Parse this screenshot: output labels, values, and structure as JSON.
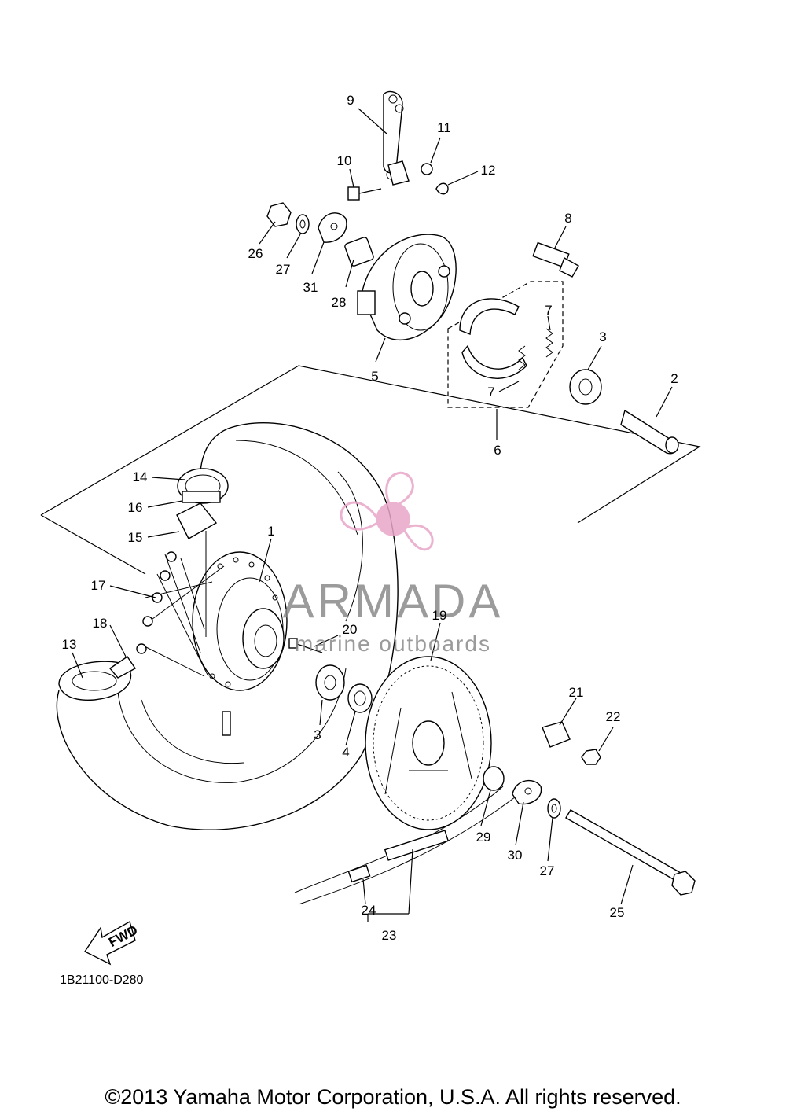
{
  "callouts": [
    "1",
    "2",
    "3",
    "3",
    "4",
    "5",
    "6",
    "7",
    "7",
    "8",
    "9",
    "10",
    "11",
    "12",
    "13",
    "14",
    "15",
    "16",
    "17",
    "18",
    "19",
    "20",
    "21",
    "22",
    "23",
    "24",
    "25",
    "26",
    "27",
    "27",
    "28",
    "29",
    "30",
    "31"
  ],
  "fwd_label": "FWD",
  "diagram_code": "1B21100-D280",
  "watermark": {
    "brand": "ARMADA",
    "tagline": "marine outboards",
    "logo_color": "#e8a6c8",
    "text_color": "#8a8a8a"
  },
  "copyright": "©2013 Yamaha Motor Corporation, U.S.A. All rights reserved."
}
